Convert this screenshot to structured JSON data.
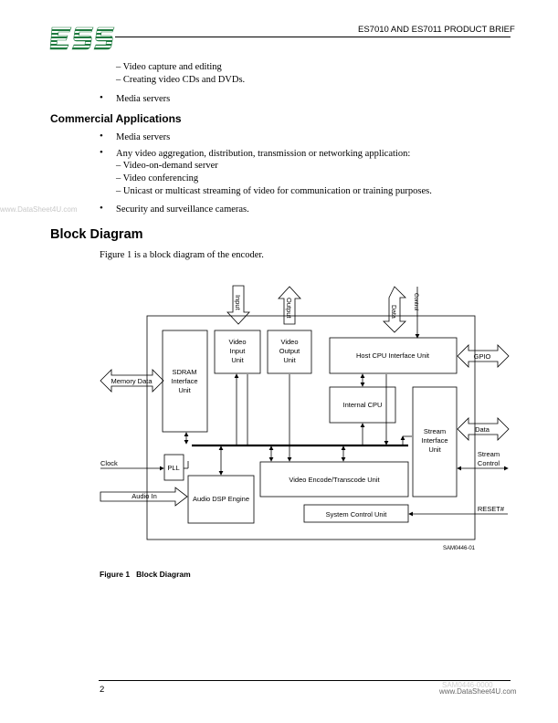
{
  "header": {
    "logo_text": "ESS",
    "doc_title": "ES7010 AND ES7011 PRODUCT BRIEF"
  },
  "body": {
    "list1": {
      "sub_items": [
        "– Video capture and editing",
        "– Creating video CDs and DVDs."
      ],
      "bullet": "Media servers"
    },
    "commercial_heading": "Commercial Applications",
    "list2": {
      "bullet1": "Media servers",
      "bullet2": "Any video aggregation, distribution, transmission or networking application:",
      "sub_items": [
        "– Video-on-demand server",
        "– Video conferencing",
        "– Unicast or multicast streaming of video for communication or training purposes."
      ],
      "bullet3": "Security and surveillance cameras."
    },
    "watermark_left": "www.DataSheet4U.com",
    "block_heading": "Block Diagram",
    "intro": "Figure 1 is a block diagram of the encoder."
  },
  "diagram": {
    "input_label": "Input",
    "output_label": "Output",
    "data_label": "Data",
    "control_label": "Control",
    "sdram": [
      "SDRAM",
      "Interface",
      "Unit"
    ],
    "video_input": [
      "Video",
      "Input",
      "Unit"
    ],
    "video_output": [
      "Video",
      "Output",
      "Unit"
    ],
    "host_cpu": "Host CPU Interface Unit",
    "gpio": "GPIO",
    "memory_data": "Memory Data",
    "internal_cpu": "Internal CPU",
    "stream_interface": [
      "Stream",
      "Interface",
      "Unit"
    ],
    "data_right": "Data",
    "stream_control": [
      "Stream",
      "Control"
    ],
    "clock": "Clock",
    "pll": "PLL",
    "audio_in": "Audio In",
    "audio_dsp": "Audio DSP Engine",
    "video_encode": "Video Encode/Transcode Unit",
    "reset": "RESET#",
    "system_control": "System Control Unit",
    "ref": "SAM0446-01"
  },
  "figure_caption": {
    "number": "Figure 1",
    "title": "Block Diagram"
  },
  "footer": {
    "page_number": "2",
    "watermark_right": "www.DataSheet4U.com",
    "stamp": "SAM0446-0000"
  }
}
